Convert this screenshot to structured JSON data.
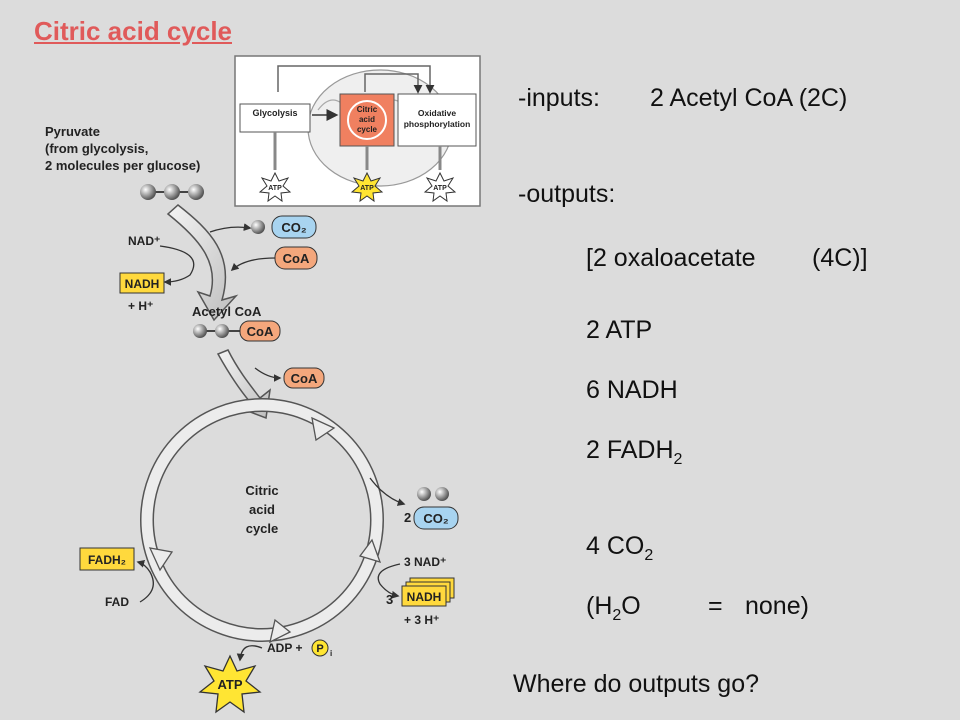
{
  "slide": {
    "title": "Citric acid cycle",
    "inputs_label": "-inputs:",
    "inputs_value": "2 Acetyl CoA (2C)",
    "outputs_label": "-outputs:",
    "oxaloacetate": "[2 oxaloacetate",
    "oxaloacetate_c": "(4C)]",
    "atp": "2 ATP",
    "nadh": "6 NADH",
    "fadh_main": "2 FADH",
    "fadh_sub": "2",
    "co2_main": "4 CO",
    "co2_sub": "2",
    "h2o_open": "(H",
    "h2o_sub": "2",
    "h2o_o": "O",
    "h2o_eq": "=",
    "h2o_none": "none)",
    "question": "Where do outputs go?"
  },
  "inset": {
    "glycolysis": "Glycolysis",
    "citric_1": "Citric",
    "citric_2": "acid",
    "citric_3": "cycle",
    "oxphos_1": "Oxidative",
    "oxphos_2": "phosphorylation",
    "atp": "ATP"
  },
  "diagram": {
    "pyruvate_1": "Pyruvate",
    "pyruvate_2": "(from glycolysis,",
    "pyruvate_3": "2 molecules per glucose)",
    "nad_plus": "NAD⁺",
    "co2": "CO₂",
    "coa": "CoA",
    "nadh": "NADH",
    "h_plus": "+ H⁺",
    "acetyl_coa": "Acetyl CoA",
    "cycle_1": "Citric",
    "cycle_2": "acid",
    "cycle_3": "cycle",
    "co2_coef": "2",
    "three_nad": "3 NAD⁺",
    "three_coef": "3",
    "three_h": "+ 3 H⁺",
    "fadh2": "FADH₂",
    "fad": "FAD",
    "adp": "ADP +",
    "pi": "P",
    "pi_sub": "i",
    "atp": "ATP"
  },
  "colors": {
    "title": "#e05a5a",
    "coa_orange": "#f4a77c",
    "co2_blue": "#a8d4f0",
    "nadh_yellow": "#ffd93d",
    "atp_yellow": "#ffe533",
    "citric_box": "#f08060"
  }
}
